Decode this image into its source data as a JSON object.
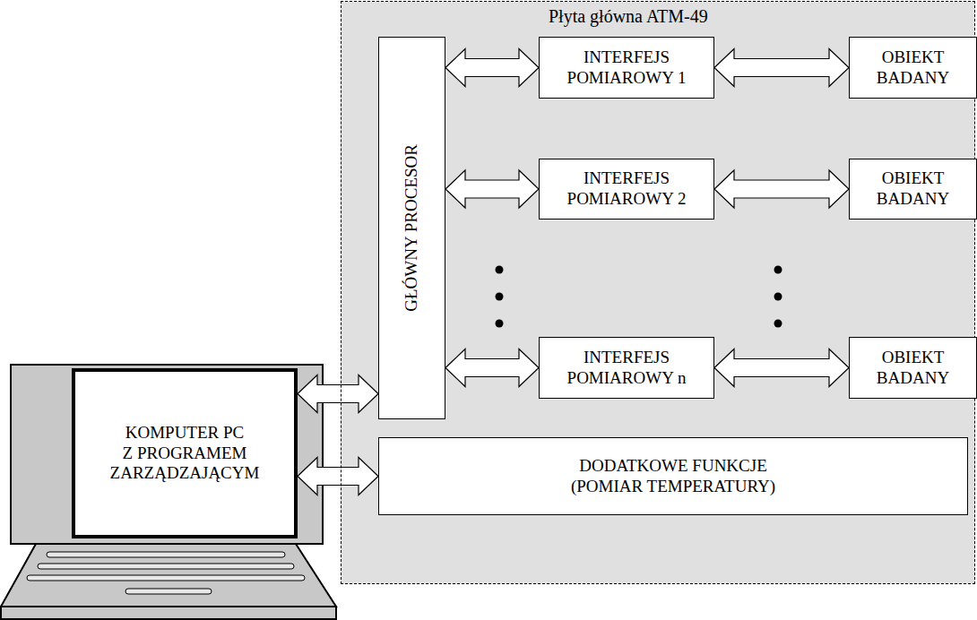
{
  "diagram": {
    "nodes": [
      {
        "text": [
          "Płyta główna ATM-49"
        ]
      },
      {
        "text": [
          "GŁÓWNY PROCESOR"
        ],
        "in": 0
      },
      {
        "text": [
          "INTERFEJS POMIAROWY 1"
        ],
        "in": 0
      },
      {
        "text": [
          "OBIEKT BADANY"
        ],
        "in": 0
      },
      {
        "text": [
          "INTERFEJS POMIAROWY 2"
        ],
        "in": 0
      },
      {
        "text": [
          "OBIEKT BADANY"
        ],
        "in": 0
      },
      {
        "text": [
          "INTERFEJS POMIAROWY n"
        ],
        "in": 0
      },
      {
        "text": [
          "OBIEKT BADANY"
        ],
        "in": 0
      },
      {
        "text": [
          "DODATKOWE FUNKCJE (POMIAR TEMPERATURY)"
        ],
        "in": 0
      },
      {
        "text": [
          "KOMPUTER PC Z PROGRAMEM ZARZĄDZAJĄCYM"
        ]
      }
    ],
    "edges": [
      {
        "from": 1,
        "to": 2,
        "arrow": "both"
      },
      {
        "from": 2,
        "to": 3,
        "arrow": "both"
      },
      {
        "from": 1,
        "to": 4,
        "arrow": "both"
      },
      {
        "from": 4,
        "to": 5,
        "arrow": "both"
      },
      {
        "from": 1,
        "to": 6,
        "arrow": "both"
      },
      {
        "from": 6,
        "to": 7,
        "arrow": "both"
      },
      {
        "from": 9,
        "to": 1,
        "arrow": "both"
      },
      {
        "from": 9,
        "to": 8,
        "arrow": "both"
      }
    ]
  }
}
